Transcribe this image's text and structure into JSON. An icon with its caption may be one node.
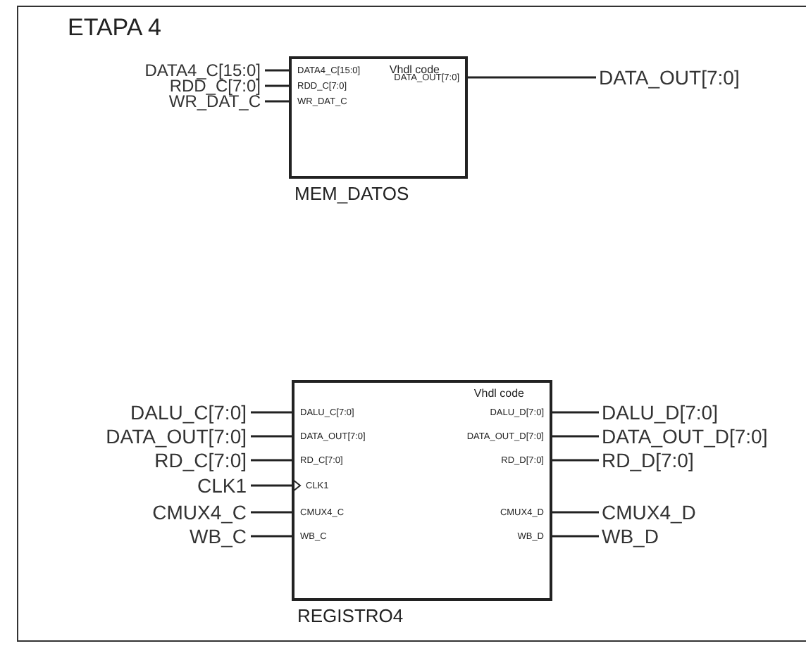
{
  "diagram": {
    "title": "ETAPA 4",
    "nodes": [
      {
        "text": [
          "DATA4_C[15:0]"
        ]
      },
      {
        "text": [
          "RDD_C[7:0]"
        ]
      },
      {
        "text": [
          "WR_DAT_C"
        ]
      },
      {
        "text": [
          "Vhdl code",
          "DATA4_C[15:0]",
          "RDD_C[7:0]",
          "WR_DAT_C",
          "DATA_OUT[7:0]",
          "MEM_DATOS"
        ]
      },
      {
        "text": [
          "DATA_OUT[7:0]"
        ]
      },
      {
        "text": [
          "DALU_C[7:0]"
        ]
      },
      {
        "text": [
          "DATA_OUT[7:0]"
        ]
      },
      {
        "text": [
          "RD_C[7:0]"
        ]
      },
      {
        "text": [
          "CLK1"
        ]
      },
      {
        "text": [
          "CMUX4_C"
        ]
      },
      {
        "text": [
          "WB_C"
        ]
      },
      {
        "text": [
          "Vhdl code",
          "DALU_C[7:0]",
          "DATA_OUT[7:0]",
          "RD_C[7:0]",
          "CLK1",
          "CMUX4_C",
          "WB_C",
          "DALU_D[7:0]",
          "DATA_OUT_D[7:0]",
          "RD_D[7:0]",
          "CMUX4_D",
          "WB_D",
          "REGISTRO4"
        ]
      },
      {
        "text": [
          "DALU_D[7:0]"
        ]
      },
      {
        "text": [
          "DATA_OUT_D[7:0]"
        ]
      },
      {
        "text": [
          "RD_D[7:0]"
        ]
      },
      {
        "text": [
          "CMUX4_D"
        ]
      },
      {
        "text": [
          "WB_D"
        ]
      }
    ],
    "edges": [
      {
        "from": 0,
        "to": 3,
        "arrow": "none"
      },
      {
        "from": 1,
        "to": 3,
        "arrow": "none"
      },
      {
        "from": 2,
        "to": 3,
        "arrow": "none"
      },
      {
        "from": 3,
        "to": 4,
        "arrow": "none"
      },
      {
        "from": 5,
        "to": 11,
        "arrow": "none"
      },
      {
        "from": 6,
        "to": 11,
        "arrow": "none"
      },
      {
        "from": 7,
        "to": 11,
        "arrow": "none"
      },
      {
        "from": 8,
        "to": 11,
        "arrow": "to"
      },
      {
        "from": 9,
        "to": 11,
        "arrow": "none"
      },
      {
        "from": 10,
        "to": 11,
        "arrow": "none"
      },
      {
        "from": 11,
        "to": 12,
        "arrow": "none"
      },
      {
        "from": 11,
        "to": 13,
        "arrow": "none"
      },
      {
        "from": 11,
        "to": 14,
        "arrow": "none"
      },
      {
        "from": 11,
        "to": 15,
        "arrow": "none"
      },
      {
        "from": 11,
        "to": 16,
        "arrow": "none"
      }
    ]
  }
}
